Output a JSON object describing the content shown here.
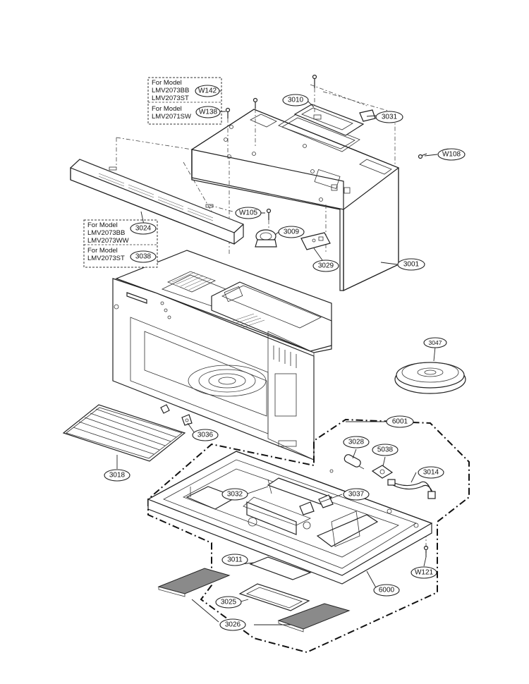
{
  "parts": [
    {
      "id": "3010"
    },
    {
      "id": "3031"
    },
    {
      "id": "W108"
    },
    {
      "id": "W142"
    },
    {
      "id": "W138"
    },
    {
      "id": "W105"
    },
    {
      "id": "3024"
    },
    {
      "id": "3038"
    },
    {
      "id": "3009"
    },
    {
      "id": "3029"
    },
    {
      "id": "3001"
    },
    {
      "id": "3047"
    },
    {
      "id": "6001"
    },
    {
      "id": "3028"
    },
    {
      "id": "5038"
    },
    {
      "id": "3014"
    },
    {
      "id": "3036"
    },
    {
      "id": "3018"
    },
    {
      "id": "3032"
    },
    {
      "id": "3037"
    },
    {
      "id": "W121"
    },
    {
      "id": "6000"
    },
    {
      "id": "3011"
    },
    {
      "id": "3025"
    },
    {
      "id": "3026"
    }
  ],
  "model_notes": [
    {
      "heading": "For Model",
      "models": [
        "LMV2073BB",
        "LMV2073ST"
      ],
      "part": "W142"
    },
    {
      "heading": "For Model",
      "models": [
        "LMV2071SW"
      ],
      "part": "W138"
    },
    {
      "heading": "For Model",
      "models": [
        "LMV2073BB",
        "LMV2073WW"
      ],
      "part": "3024"
    },
    {
      "heading": "For Model",
      "models": [
        "LMV2073ST"
      ],
      "part": "3038"
    }
  ]
}
